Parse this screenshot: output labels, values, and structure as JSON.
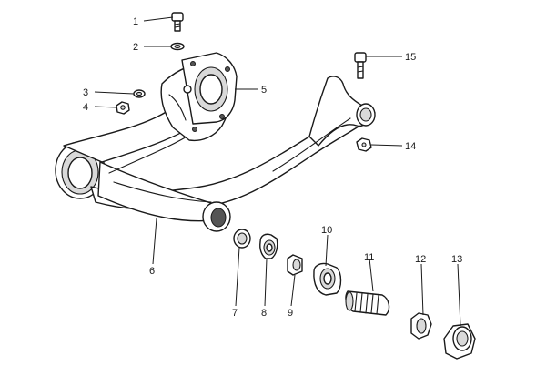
{
  "callouts": {
    "c1": "1",
    "c2": "2",
    "c3": "3",
    "c4": "4",
    "c5": "5",
    "c6": "6",
    "c7": "7",
    "c8": "8",
    "c9": "9",
    "c10": "10",
    "c11": "11",
    "c12": "12",
    "c13": "13",
    "c14": "14",
    "c15": "15"
  },
  "colors": {
    "line": "#1a1a1a",
    "background": "#ffffff",
    "shade": "#d9d9d9"
  }
}
